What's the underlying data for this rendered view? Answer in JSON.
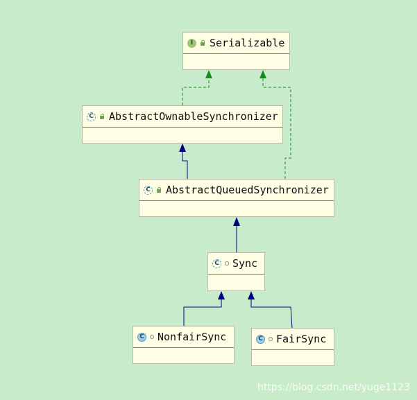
{
  "classes": {
    "serializable": {
      "name": "Serializable",
      "kind": "interface",
      "badge": "I"
    },
    "aos": {
      "name": "AbstractOwnableSynchronizer",
      "kind": "abstract-class",
      "badge": "C"
    },
    "aqs": {
      "name": "AbstractQueuedSynchronizer",
      "kind": "abstract-class",
      "badge": "C"
    },
    "sync": {
      "name": "Sync",
      "kind": "abstract-class",
      "badge": "C"
    },
    "nonfair": {
      "name": "NonfairSync",
      "kind": "class",
      "badge": "C"
    },
    "fair": {
      "name": "FairSync",
      "kind": "class",
      "badge": "C"
    }
  },
  "relations": [
    {
      "from": "AbstractOwnableSynchronizer",
      "to": "Serializable",
      "type": "implements"
    },
    {
      "from": "AbstractQueuedSynchronizer",
      "to": "Serializable",
      "type": "implements"
    },
    {
      "from": "AbstractQueuedSynchronizer",
      "to": "AbstractOwnableSynchronizer",
      "type": "extends"
    },
    {
      "from": "Sync",
      "to": "AbstractQueuedSynchronizer",
      "type": "extends"
    },
    {
      "from": "NonfairSync",
      "to": "Sync",
      "type": "extends"
    },
    {
      "from": "FairSync",
      "to": "Sync",
      "type": "extends"
    }
  ],
  "colors": {
    "implements": "#1a8a1a",
    "extends": "#000080",
    "background": "#c8ebcc",
    "node": "#fefee4"
  },
  "watermark": "https://blog.csdn.net/yuge1123"
}
